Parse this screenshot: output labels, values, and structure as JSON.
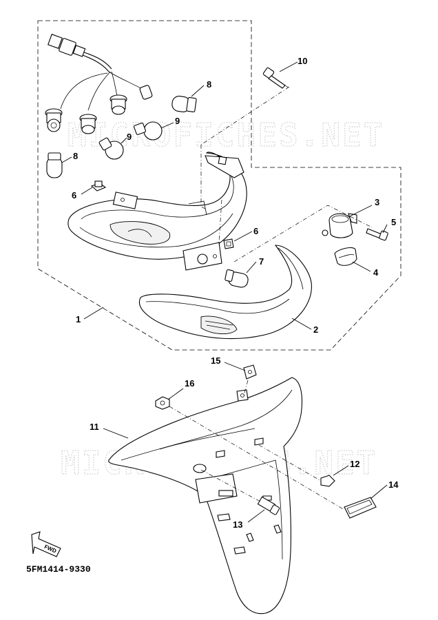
{
  "diagram": {
    "watermark": "MICROFICHES.NET",
    "drawing_code": "5FM1414-9330",
    "fwd_label": "FWD",
    "callouts": [
      {
        "id": "c1",
        "label": "1"
      },
      {
        "id": "c2",
        "label": "2"
      },
      {
        "id": "c3",
        "label": "3"
      },
      {
        "id": "c4",
        "label": "4"
      },
      {
        "id": "c5",
        "label": "5"
      },
      {
        "id": "c6a",
        "label": "6"
      },
      {
        "id": "c6b",
        "label": "6"
      },
      {
        "id": "c7",
        "label": "7"
      },
      {
        "id": "c8a",
        "label": "8"
      },
      {
        "id": "c8b",
        "label": "8"
      },
      {
        "id": "c9a",
        "label": "9"
      },
      {
        "id": "c9b",
        "label": "9"
      },
      {
        "id": "c10",
        "label": "10"
      },
      {
        "id": "c11",
        "label": "11"
      },
      {
        "id": "c12",
        "label": "12"
      },
      {
        "id": "c13",
        "label": "13"
      },
      {
        "id": "c14",
        "label": "14"
      },
      {
        "id": "c15",
        "label": "15"
      },
      {
        "id": "c16",
        "label": "16"
      }
    ]
  }
}
